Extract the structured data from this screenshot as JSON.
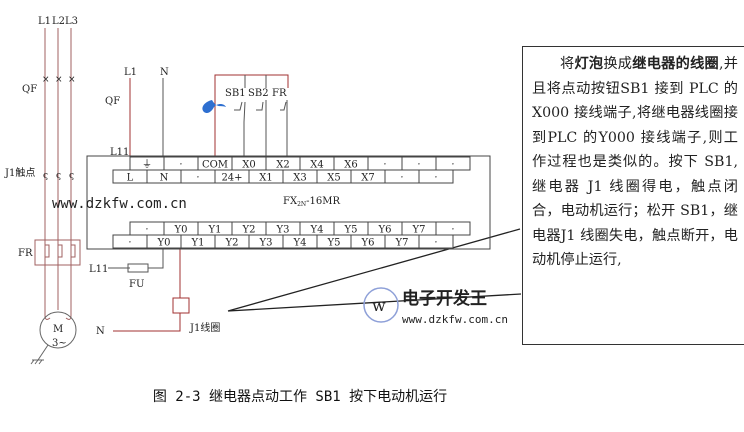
{
  "motor_circuit": {
    "phases": [
      "L1",
      "L2",
      "L3"
    ],
    "qf_label": "QF",
    "contact_label": "J1触点",
    "fr_label": "FR",
    "motor_label": "M",
    "motor_sub": "3~"
  },
  "control": {
    "l1": "L1",
    "n": "N",
    "qf": "QF",
    "l11": "L11",
    "sb1": "SB1",
    "sb2": "SB2",
    "fr": "FR",
    "fu": "FU",
    "l11_bottom": "L11",
    "n_bottom": "N",
    "coil_label": "J1线圈"
  },
  "plc": {
    "model": "FX",
    "model_sub": "2N",
    "model_suffix": "-16MR",
    "input_row_top": [
      "⏚",
      "·",
      "COM",
      "X0",
      "X2",
      "X4",
      "X6",
      "·",
      "·",
      "·"
    ],
    "input_row_bottom": [
      "L",
      "N",
      "·",
      "24+",
      "X1",
      "X3",
      "X5",
      "X7",
      "·",
      "·"
    ],
    "output_row_top": [
      "·",
      "Y0",
      "Y1",
      "Y2",
      "Y3",
      "Y4",
      "Y5",
      "Y6",
      "Y7",
      "·"
    ],
    "output_row_bottom": [
      "·",
      "Y0",
      "Y1",
      "Y2",
      "Y3",
      "Y4",
      "Y5",
      "Y6",
      "Y7",
      "·"
    ]
  },
  "callout": {
    "p1": "将",
    "p2": "灯泡",
    "p3": "换成",
    "p4": "继电器的线圈",
    "p5": ",并且将点动按钮SB1 接到 PLC 的 X000 接线端子,将继电器线圈接到PLC 的Y000 接线端子,则工作过程也是类似的。按下 SB1,继电器 J1 线圈得电，触点闭合，电动机运行；松开 SB1，继电器J1 线圈失电，触点断开，电动机停止运行,"
  },
  "watermarks": {
    "site1": "www.dzkfw.com.cn",
    "logo_text": "电子开发王",
    "site2": "www.dzkfw.com.cn"
  },
  "caption": "图 2-3 继电器点动工作 SB1 按下电动机运行",
  "colors": {
    "wire_red": "#a03030",
    "line": "#333333",
    "green_wm": "#3aa35a",
    "red_wm": "#e05050",
    "logo_blue": "#5070c0"
  }
}
